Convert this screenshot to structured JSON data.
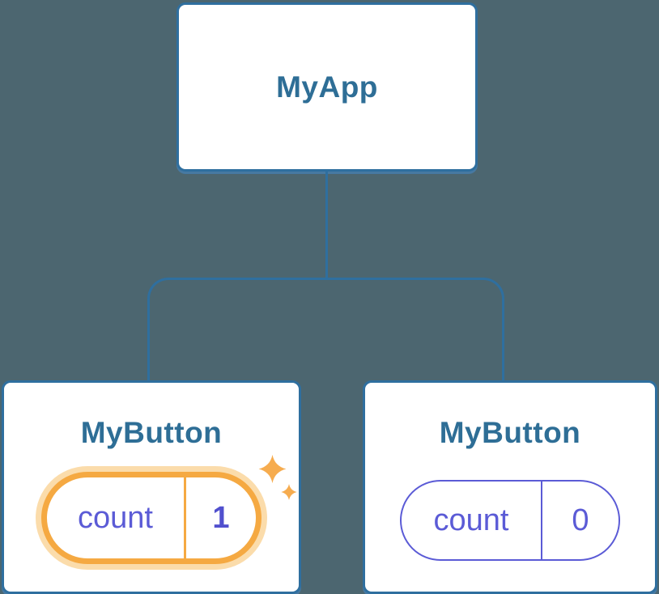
{
  "diagram": {
    "description": "React component tree with state",
    "tree": {
      "root": {
        "label": "MyApp"
      },
      "children": [
        {
          "label": "MyButton",
          "state": {
            "name": "count",
            "value": "1"
          },
          "highlighted": true
        },
        {
          "label": "MyButton",
          "state": {
            "name": "count",
            "value": "0"
          },
          "highlighted": false
        }
      ]
    },
    "colors": {
      "background": "#4C6670",
      "node_background": "#FFFFFF",
      "node_border": "#2F6F9F",
      "node_text": "#2E6E96",
      "connector": "#2F6F9F",
      "state_text": "#5B5BD6",
      "state_value_highlight": "#5150CE",
      "highlight_orange": "#F5A942",
      "highlight_halo": "#FBDCAB",
      "sparkle": "#F6AC4F"
    },
    "icons": {
      "sparkle": "four-point-star"
    }
  }
}
